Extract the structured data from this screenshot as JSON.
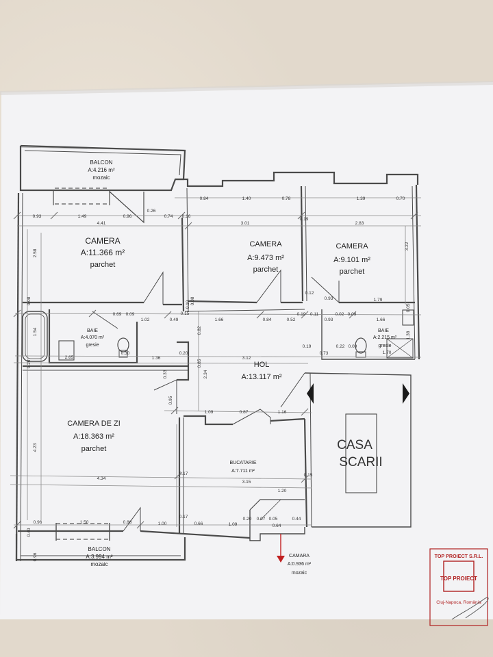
{
  "rooms": {
    "balcony_top": {
      "name": "BALCON",
      "area": "A:4.216 m²",
      "floor": "mozaic"
    },
    "camera_1": {
      "name": "CAMERA",
      "area": "A:11.366 m²",
      "floor": "parchet"
    },
    "camera_2": {
      "name": "CAMERA",
      "area": "A:9.473 m²",
      "floor": "parchet"
    },
    "camera_3": {
      "name": "CAMERA",
      "area": "A:9.101 m²",
      "floor": "parchet"
    },
    "baie_1": {
      "name": "BAIE",
      "area": "A:4.070 m²",
      "floor": "gresie"
    },
    "baie_2": {
      "name": "BAIE",
      "area": "A:2.215 m²",
      "floor": "gresie"
    },
    "hol": {
      "name": "HOL",
      "area": "A:13.117 m²"
    },
    "camera_de_zi": {
      "name": "CAMERA DE ZI",
      "area": "A:18.363 m²",
      "floor": "parchet"
    },
    "bucatarie": {
      "name": "BUCATARIE",
      "area": "A:7.711 m²"
    },
    "casa_scarii": {
      "name_1": "CASA",
      "name_2": "SCARII"
    },
    "balcony_bottom": {
      "name": "BALCON",
      "area": "A:3.994 m²",
      "floor": "mozaic"
    },
    "camara": {
      "name": "CAMARA",
      "area": "A:0.936 m²",
      "floor": "mozaic"
    }
  },
  "stamp": {
    "company": "TOP PROIECT S.R.L.",
    "logo": "TOP PROIECT",
    "city": "Cluj-Napoca, România"
  },
  "dimensions": {
    "d0_84": "0.84",
    "d1_40": "1.40",
    "d0_78": "0.78",
    "d1_39": "1.39",
    "d0_70": "0.70",
    "d0_93a": "0.93",
    "d1_49": "1.49",
    "d0_96": "0.96",
    "d0_26": "0.26",
    "d0_74": "0.74",
    "d0_16": "0.16",
    "d4_41": "4.41",
    "d3_01": "3.01",
    "d0_19a": "0.19",
    "d2_83": "2.83",
    "d3_22": "3.22",
    "d2_58": "2.58",
    "d0_08": "0.08",
    "d0_69": "0.69",
    "d0_09a": "0.09",
    "d1_02": "1.02",
    "d0_49": "0.49",
    "d0_15a": "0.15",
    "d0_19b": "0.19",
    "d0_08b": "0.08",
    "d1_66a": "1.66",
    "d0_84b": "0.84",
    "d0_52": "0.52",
    "d0_19c": "0.19",
    "d0_11": "0.11",
    "d0_93b": "0.93",
    "d0_02": "0.02",
    "d0_09b": "0.09",
    "d1_66b": "1.66",
    "d0_12": "0.12",
    "d0_93c": "0.93",
    "d1_79": "1.79",
    "d0_05": "0.05",
    "d1_54": "1.54",
    "d2_65": "2.65",
    "d0_30": "0.30",
    "d1_36": "1.36",
    "d0_20a": "0.20",
    "d0_82": "0.82",
    "d0_85": "0.85",
    "d2_34": "2.34",
    "d3_12": "3.12",
    "d0_19d": "0.19",
    "d0_73": "0.73",
    "d0_22": "0.22",
    "d0_09c": "0.09",
    "d1_70": "1.70",
    "d1_38": "1.38",
    "d0_33": "0.33",
    "d0_95": "0.95",
    "d0_20b": "0.20",
    "d1_09a": "1.09",
    "d0_87": "0.87",
    "d1_16": "1.16",
    "d4_23": "4.23",
    "d0_17a": "0.17",
    "d0_15b": "0.15",
    "d4_34": "4.34",
    "d3_15": "3.15",
    "d1_20": "1.20",
    "d0_17b": "0.17",
    "d0_20c": "0.20",
    "d0_07": "0.07",
    "d0_05b": "0.05",
    "d0_64": "0.64",
    "d0_44": "0.44",
    "d0_96b": "0.96",
    "d1_50": "1.50",
    "d0_88": "0.88",
    "d1_00": "1.00",
    "d0_66": "0.66",
    "d1_09b": "1.09",
    "d0_40": "0.40",
    "d0_96c": "0.96"
  },
  "colors": {
    "wall": "#4a4a4a",
    "dim_line": "#7a7a7a",
    "label": "#222222",
    "stamp_red": "#b02020",
    "paper": "#f4f4f6"
  }
}
